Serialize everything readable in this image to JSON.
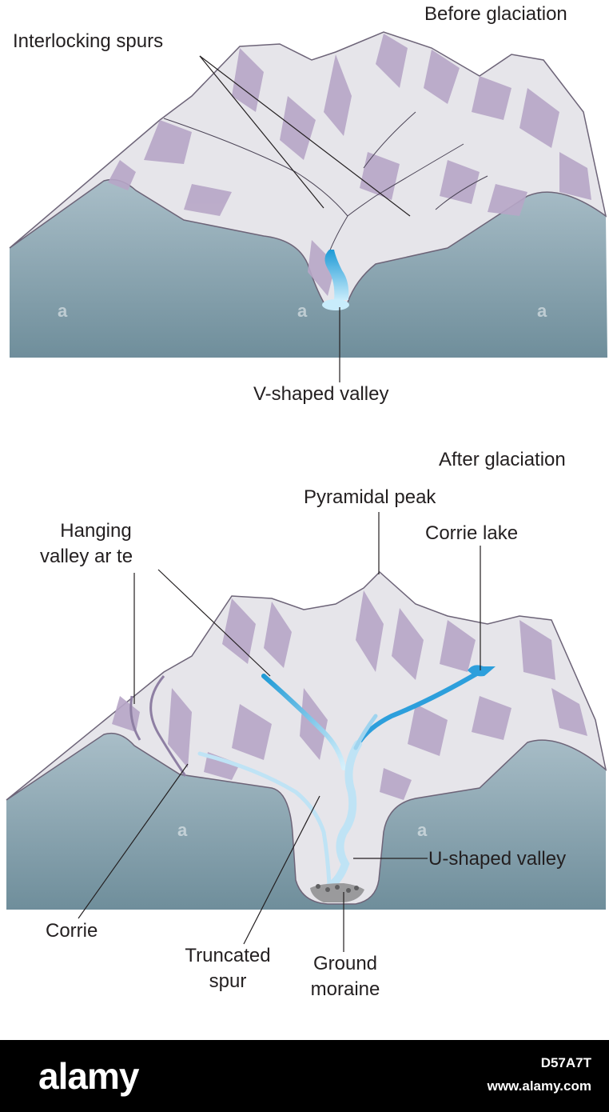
{
  "top_panel": {
    "title": "Before glaciation",
    "labels": {
      "interlocking_spurs": "Interlocking spurs",
      "v_valley": "V-shaped valley"
    }
  },
  "bottom_panel": {
    "title": "After glaciation",
    "labels": {
      "pyramidal_peak": "Pyramidal peak",
      "corrie_lake": "Corrie lake",
      "hanging_line1": "Hanging",
      "hanging_line2": "valley ar te",
      "u_valley": "U-shaped valley",
      "corrie": "Corrie",
      "truncated_line1": "Truncated",
      "truncated_line2": "spur",
      "moraine_line1": "Ground",
      "moraine_line2": "moraine"
    }
  },
  "watermark": {
    "logo": "alamy",
    "image_id": "D57A7T",
    "site": "www.alamy.com"
  },
  "colors": {
    "rock_face": "#e6e5ea",
    "shadow": "#b7a6c7",
    "cross_section_top": "#a9bec8",
    "cross_section_bottom": "#6f8e9b",
    "water": "#4fb4e6",
    "ice_light": "#bfe3f5"
  }
}
